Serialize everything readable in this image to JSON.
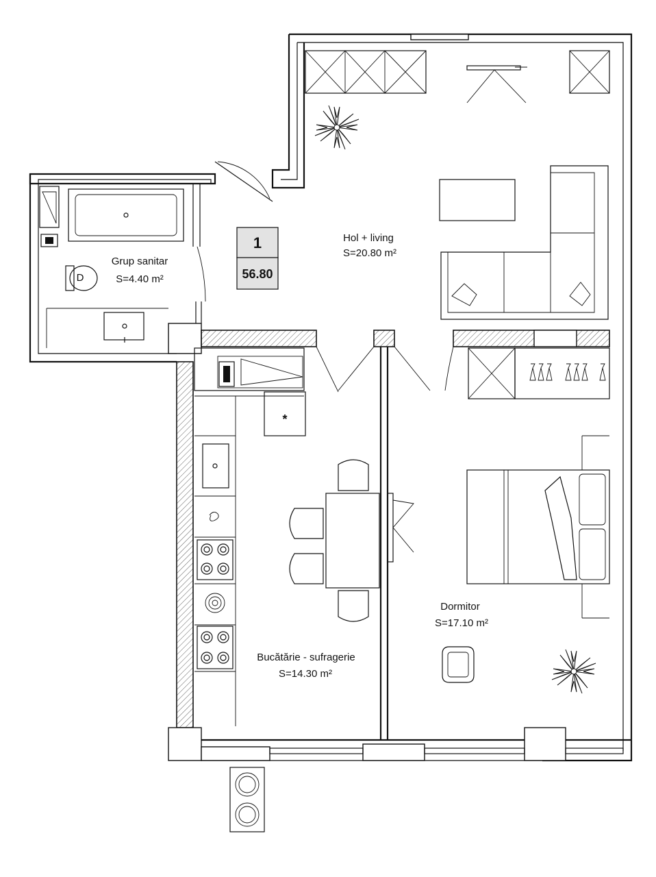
{
  "unit": {
    "number": "1",
    "area": "56.80",
    "badge_color": "#e3e3e3"
  },
  "rooms": {
    "living": {
      "name": "Hol + living",
      "area": "S=20.80 m²"
    },
    "bathroom": {
      "name": "Grup sanitar",
      "area": "S=4.40 m²"
    },
    "kitchen": {
      "name": "Bucătărie - sufragerie",
      "area": "S=14.30 m²"
    },
    "bedroom": {
      "name": "Dormitor",
      "area": "S=17.10 m²"
    }
  },
  "fixtures": {
    "toilet_letter": "D",
    "fridge_symbol": "*"
  }
}
